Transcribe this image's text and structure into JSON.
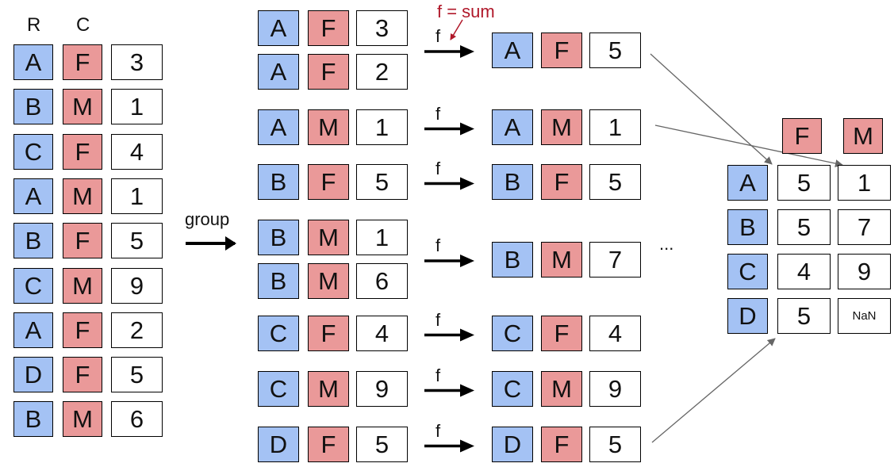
{
  "headers": {
    "r": "R",
    "c": "C"
  },
  "original": [
    {
      "r": "A",
      "c": "F",
      "v": "3"
    },
    {
      "r": "B",
      "c": "M",
      "v": "1"
    },
    {
      "r": "C",
      "c": "F",
      "v": "4"
    },
    {
      "r": "A",
      "c": "M",
      "v": "1"
    },
    {
      "r": "B",
      "c": "F",
      "v": "5"
    },
    {
      "r": "C",
      "c": "M",
      "v": "9"
    },
    {
      "r": "A",
      "c": "F",
      "v": "2"
    },
    {
      "r": "D",
      "c": "F",
      "v": "5"
    },
    {
      "r": "B",
      "c": "M",
      "v": "6"
    }
  ],
  "group_label": "group",
  "f_label": "f",
  "sum_label": "f = sum",
  "ellipsis": "...",
  "groups": [
    {
      "rows": [
        {
          "r": "A",
          "c": "F",
          "v": "3"
        },
        {
          "r": "A",
          "c": "F",
          "v": "2"
        }
      ],
      "result": {
        "r": "A",
        "c": "F",
        "v": "5"
      }
    },
    {
      "rows": [
        {
          "r": "A",
          "c": "M",
          "v": "1"
        }
      ],
      "result": {
        "r": "A",
        "c": "M",
        "v": "1"
      }
    },
    {
      "rows": [
        {
          "r": "B",
          "c": "F",
          "v": "5"
        }
      ],
      "result": {
        "r": "B",
        "c": "F",
        "v": "5"
      }
    },
    {
      "rows": [
        {
          "r": "B",
          "c": "M",
          "v": "1"
        },
        {
          "r": "B",
          "c": "M",
          "v": "6"
        }
      ],
      "result": {
        "r": "B",
        "c": "M",
        "v": "7"
      }
    },
    {
      "rows": [
        {
          "r": "C",
          "c": "F",
          "v": "4"
        }
      ],
      "result": {
        "r": "C",
        "c": "F",
        "v": "4"
      }
    },
    {
      "rows": [
        {
          "r": "C",
          "c": "M",
          "v": "9"
        }
      ],
      "result": {
        "r": "C",
        "c": "M",
        "v": "9"
      }
    },
    {
      "rows": [
        {
          "r": "D",
          "c": "F",
          "v": "5"
        }
      ],
      "result": {
        "r": "D",
        "c": "F",
        "v": "5"
      }
    }
  ],
  "pivot": {
    "columns": [
      "F",
      "M"
    ],
    "rows": [
      {
        "label": "A",
        "values": [
          "5",
          "1"
        ]
      },
      {
        "label": "B",
        "values": [
          "5",
          "7"
        ]
      },
      {
        "label": "C",
        "values": [
          "4",
          "9"
        ]
      },
      {
        "label": "D",
        "values": [
          "5",
          "NaN"
        ]
      }
    ]
  },
  "colors": {
    "row_key": "#a4c2f4",
    "col_key": "#ea9999",
    "value": "#ffffff",
    "annotation": "#b0182a",
    "connector": "#666666"
  }
}
